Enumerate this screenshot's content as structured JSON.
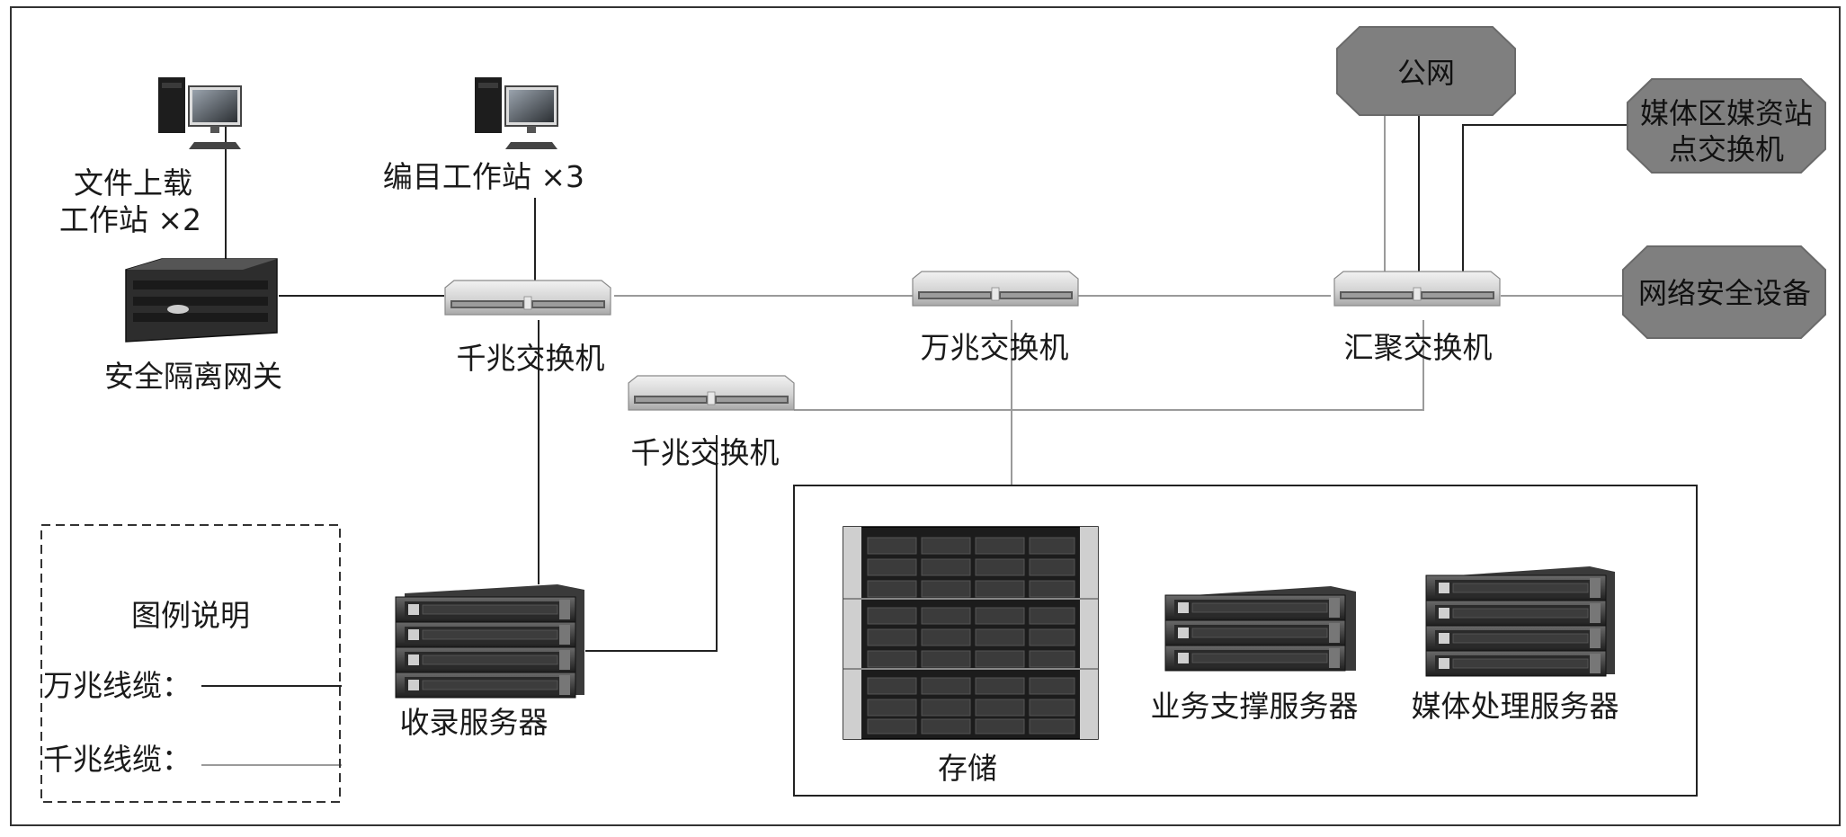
{
  "nodes": {
    "public_net": {
      "label": "公网"
    },
    "media_switch": {
      "line1": "媒体区媒资站",
      "line2": "点交换机"
    },
    "security_device": {
      "label": "网络安全设备"
    },
    "upload_ws": {
      "line1": "文件上载",
      "line2": "工作站 ×2"
    },
    "catalog_ws": {
      "label": "编目工作站 ×3"
    },
    "gateway": {
      "label": "安全隔离网关"
    },
    "gigabit_switch_1": {
      "label": "千兆交换机"
    },
    "ten_gig_switch": {
      "label": "万兆交换机"
    },
    "aggregation_switch": {
      "label": "汇聚交换机"
    },
    "gigabit_switch_2": {
      "label": "千兆交换机"
    },
    "ingest_server": {
      "label": "收录服务器"
    },
    "storage": {
      "label": "存储"
    },
    "business_server": {
      "label": "业务支撑服务器"
    },
    "media_server": {
      "label": "媒体处理服务器"
    }
  },
  "legend": {
    "title": "图例说明",
    "ten_gig_cable": "万兆线缆：",
    "gigabit_cable": "千兆线缆："
  },
  "colors": {
    "ten_gig_line": "#9a9a9a",
    "gigabit_line": "#222222",
    "cloud_fill": "#7f7f7f"
  }
}
